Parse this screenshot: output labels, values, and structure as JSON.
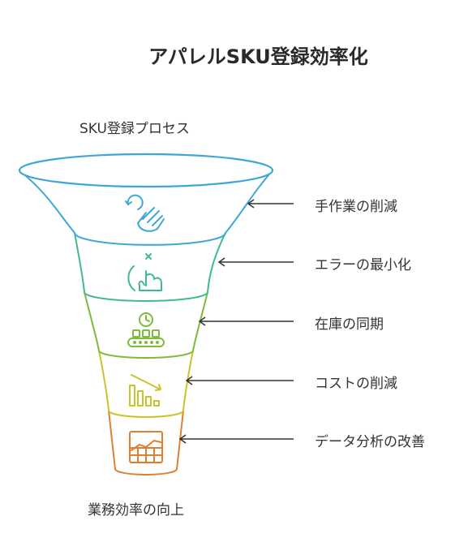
{
  "title": "アパレルSKU登録効率化",
  "top_label": "SKU登録プロセス",
  "bottom_label": "業務効率の向上",
  "stages": [
    {
      "label": "手作業の削減",
      "icon": "hand-touch-icon",
      "color": "#3fa7d6"
    },
    {
      "label": "エラーの最小化",
      "icon": "finger-tap-icon",
      "color": "#3dbb8c"
    },
    {
      "label": "在庫の同期",
      "icon": "conveyor-clock-icon",
      "color": "#7dbb3a"
    },
    {
      "label": "コストの削減",
      "icon": "declining-bar-chart-icon",
      "color": "#c8c42a"
    },
    {
      "label": "データ分析の改善",
      "icon": "line-chart-grid-icon",
      "color": "#e0802e"
    }
  ]
}
